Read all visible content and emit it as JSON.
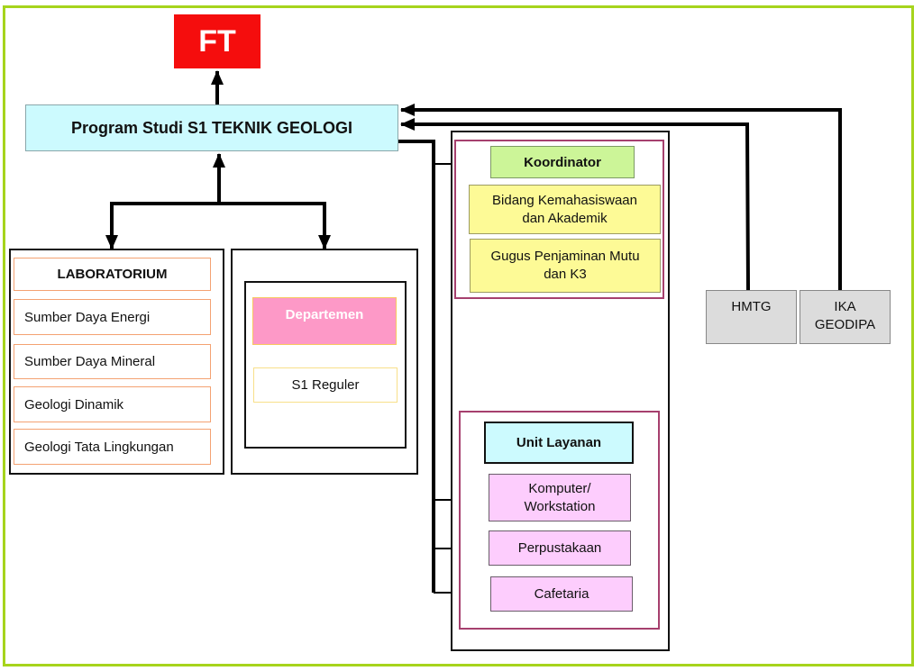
{
  "diagram": {
    "type": "organization-chart",
    "colors": {
      "frame": "#a6d41c",
      "ft_box": "#f50d0d",
      "program_box": "#ccfafe",
      "lab_border": "#f4a272",
      "dept_header": "#fd99c7",
      "group_border": "#a6406e",
      "koordinator": "#ccf598",
      "koordinator_items": "#fdfa96",
      "unit_layanan_header": "#ccfafe",
      "unit_layanan_items": "#fdcdfd",
      "external_orgs": "#dcdcdc",
      "connectors": "#000000"
    },
    "top": {
      "label": "FT"
    },
    "program": {
      "label": "Program Studi S1 TEKNIK GEOLOGI"
    },
    "laboratorium": {
      "title": "LABORATORIUM",
      "items": [
        "Sumber Daya Energi",
        "Sumber Daya Mineral",
        "Geologi Dinamik",
        "Geologi Tata Lingkungan"
      ]
    },
    "departemen": {
      "title": "Departemen",
      "items": [
        "S1 Reguler"
      ]
    },
    "koordinator": {
      "title": "Koordinator",
      "items": [
        "Bidang Kemahasiswaan dan Akademik",
        "Gugus Penjaminan Mutu dan K3"
      ]
    },
    "unit_layanan": {
      "title": "Unit Layanan",
      "items": [
        "Komputer/ Workstation",
        "Perpustakaan",
        "Cafetaria"
      ]
    },
    "external": [
      {
        "label": "HMTG"
      },
      {
        "label": "IKA GEODIPA"
      }
    ],
    "connections": [
      {
        "from": "Program Studi S1 TEKNIK GEOLOGI",
        "to": "FT"
      },
      {
        "from": "LABORATORIUM",
        "to": "Program Studi S1 TEKNIK GEOLOGI"
      },
      {
        "from": "Departemen",
        "to": "Program Studi S1 TEKNIK GEOLOGI"
      },
      {
        "from": "Program Studi S1 TEKNIK GEOLOGI",
        "to": "Koordinator"
      },
      {
        "from": "Program Studi S1 TEKNIK GEOLOGI",
        "to": "Komputer/ Workstation"
      },
      {
        "from": "Program Studi S1 TEKNIK GEOLOGI",
        "to": "Perpustakaan"
      },
      {
        "from": "Program Studi S1 TEKNIK GEOLOGI",
        "to": "Cafetaria"
      },
      {
        "from": "HMTG",
        "to": "Program Studi S1 TEKNIK GEOLOGI"
      },
      {
        "from": "IKA GEODIPA",
        "to": "Program Studi S1 TEKNIK GEOLOGI"
      }
    ]
  }
}
